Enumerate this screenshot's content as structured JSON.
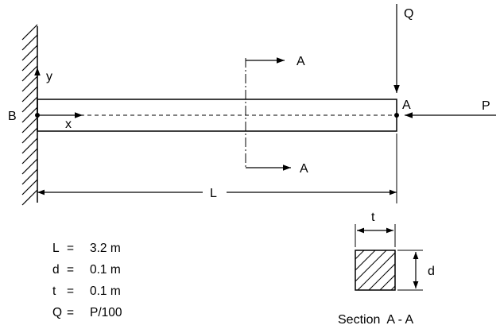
{
  "labels": {
    "B": "B",
    "A": "A",
    "P": "P",
    "Q": "Q",
    "x": "x",
    "y": "y",
    "L": "L",
    "t": "t",
    "d": "d",
    "section_top": "A",
    "section_bottom": "A",
    "section_caption": "Section  A - A"
  },
  "parameters": [
    {
      "name": "L",
      "eq": "=",
      "value": "3.2 m"
    },
    {
      "name": "d",
      "eq": "=",
      "value": "0.1 m"
    },
    {
      "name": "t",
      "eq": "=",
      "value": "0.1 m"
    },
    {
      "name": "Q",
      "eq": "=",
      "value": "P/100"
    }
  ]
}
